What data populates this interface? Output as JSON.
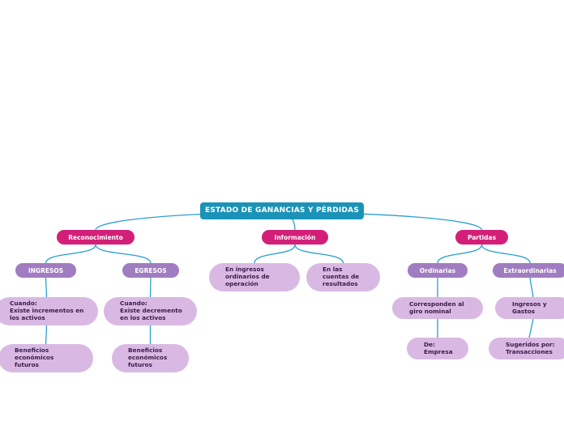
{
  "root": {
    "label": "ESTADO DE GANANCIAS Y PÉRDIDAS"
  },
  "reconocimiento": {
    "label": "Reconocimiento",
    "ingresos": {
      "label": "INGRESOS",
      "cuando": "Cuando:\nExiste incrementos en\nlos activos",
      "beneficios": "Beneficios\neconómicos\nfuturos"
    },
    "egresos": {
      "label": "EGRESOS",
      "cuando": "Cuando:\nExiste decremento\nen los activos",
      "beneficios": "Beneficios\neconómicos\nfuturos"
    }
  },
  "informacion": {
    "label": "Información",
    "ingresos_ordinarios": "En ingresos\nordinarios de\noperación",
    "cuentas_resultados": "En las\ncuentas de\nresultados"
  },
  "partidas": {
    "label": "Partidas",
    "ordinarias": {
      "label": "Ordinarias",
      "giro": "Corresponden al\ngiro nominal",
      "de": "De:\nEmpresa"
    },
    "extraordinarias": {
      "label": "Extraordinarias",
      "ingresos_gastos": "Ingresos y\nGastos",
      "sugeridos": "Sugeridos por:\nTransacciones"
    }
  },
  "colors": {
    "root": "#1b93b8",
    "main_topic": "#d31f78",
    "sub_topic": "#a07cc0",
    "leaf": "#d9b9e3",
    "connector": "#2a9fd0"
  }
}
